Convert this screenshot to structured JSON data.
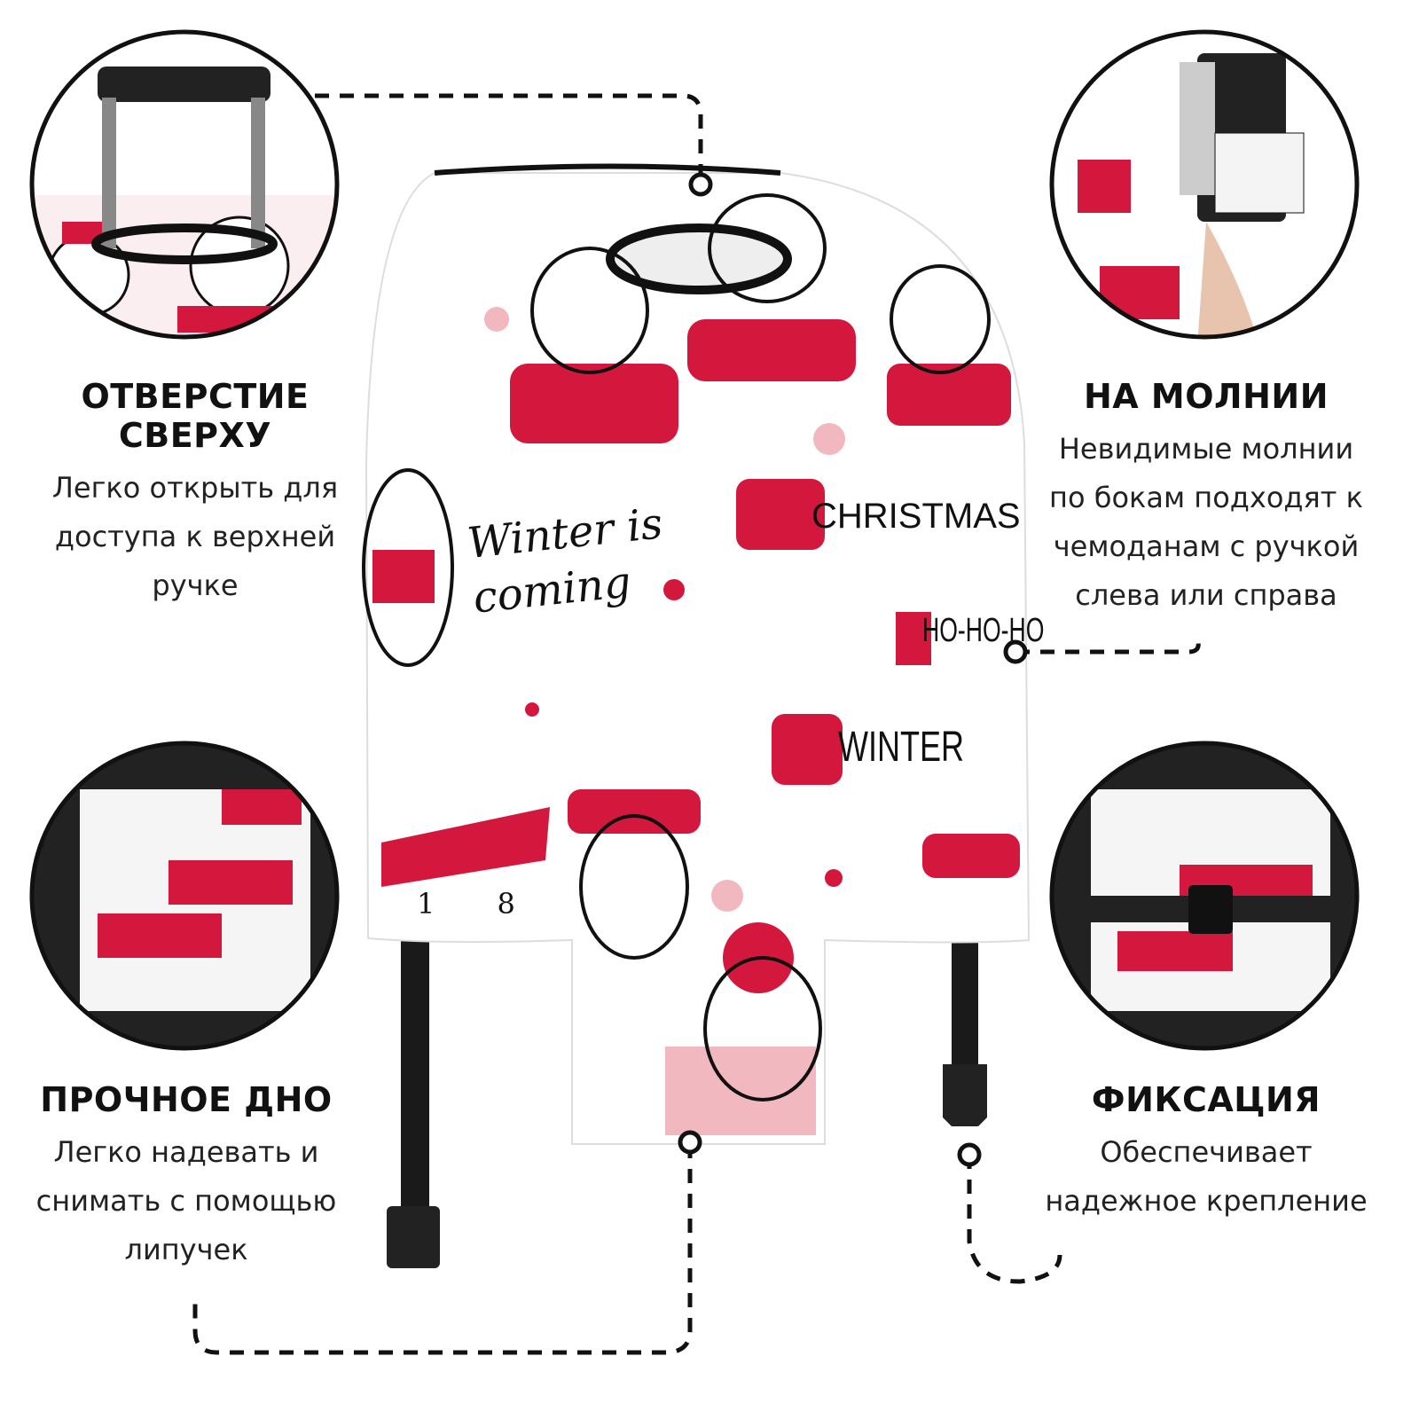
{
  "features": [
    {
      "title": "ОТВЕРСТИЕ СВЕРХУ",
      "desc": [
        "Легко открыть для",
        "доступа к верхней",
        "ручке"
      ]
    },
    {
      "title": "НА МОЛНИИ",
      "desc": [
        "Невидимые молнии",
        "по бокам подходят к",
        "чемоданам с ручкой",
        "слева или справа"
      ]
    },
    {
      "title": "ПРОЧНОЕ ДНО",
      "desc": [
        "Легко надевать и",
        "снимать с помощью",
        "липучек"
      ]
    },
    {
      "title": "ФИКСАЦИЯ",
      "desc": [
        "Обеспечивает",
        "надежное крепление"
      ]
    }
  ],
  "pattern": {
    "winter_is_coming": "Winter is coming",
    "christmas": "CHRISTMAS",
    "hohoho": "HO-HO-HO",
    "winter": "WINTER",
    "garland_numbers": "1 8"
  },
  "colors": {
    "accent": "#d4183d",
    "pink": "#f2b8c0",
    "dark": "#111111"
  }
}
